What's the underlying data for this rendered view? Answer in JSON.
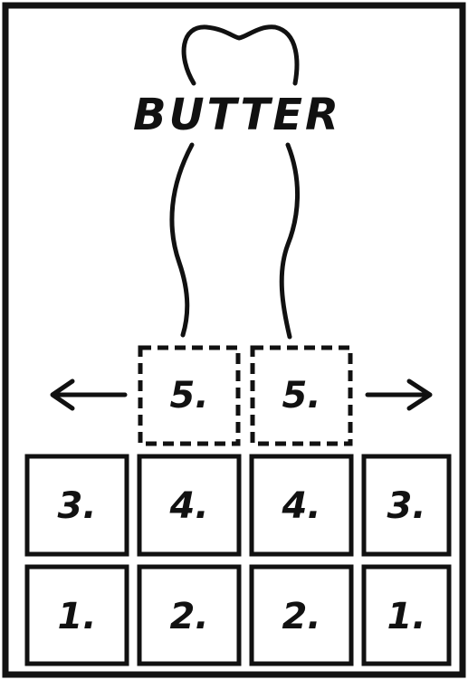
{
  "title": "BUTTER",
  "top_row": [
    "5.",
    "5."
  ],
  "middle_row": [
    "3.",
    "4.",
    "4.",
    "3."
  ],
  "bottom_row": [
    "1.",
    "2.",
    "2.",
    "1."
  ],
  "colors": {
    "ink": "#111111",
    "paper": "#ffffff"
  }
}
